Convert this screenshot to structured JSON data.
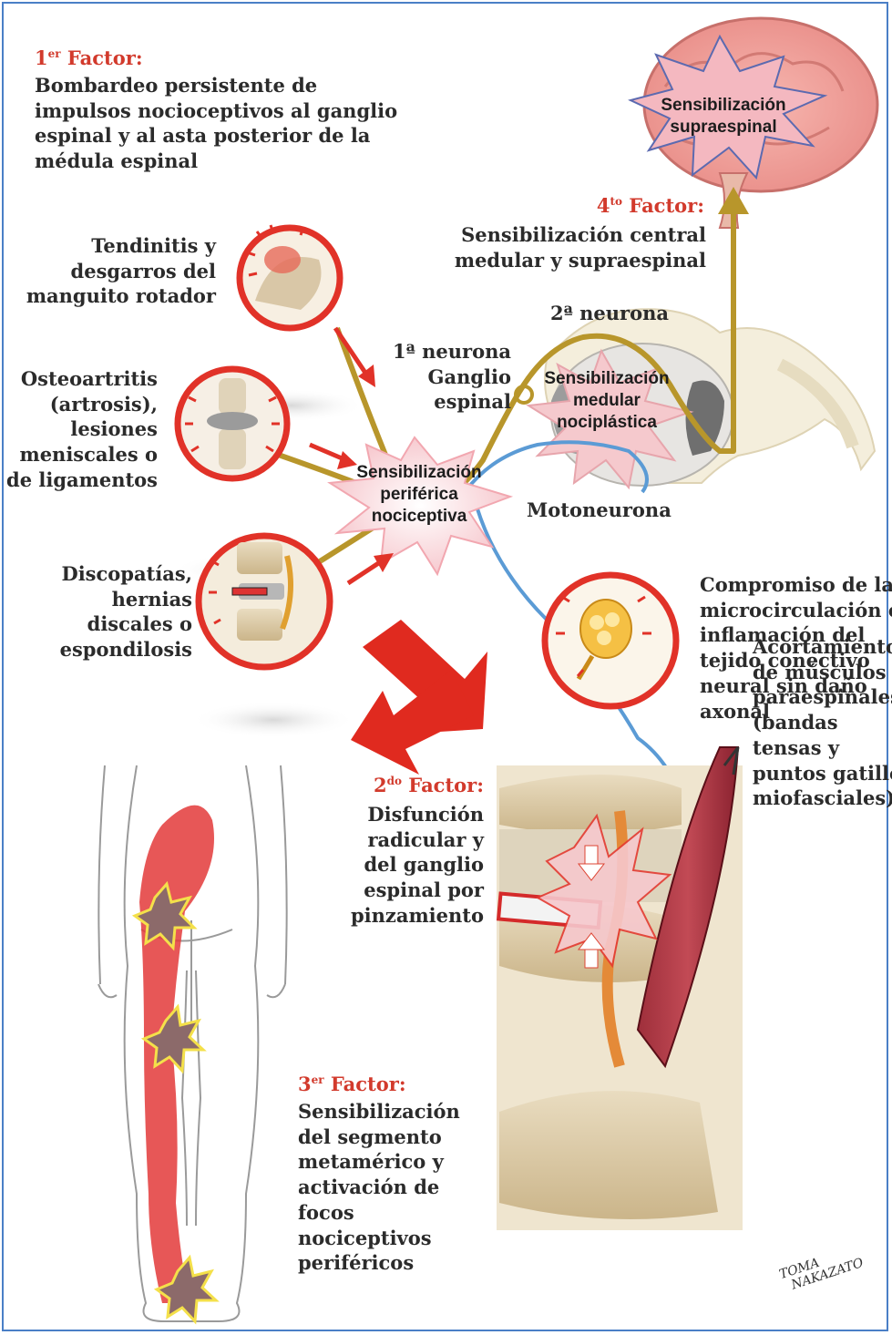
{
  "factor1": {
    "label_num": "1",
    "label_sup": "er",
    "label_word": " Factor:",
    "lines": [
      "Bombardeo persistente de",
      "impulsos nocioceptivos al ganglio",
      "espinal y al asta posterior de la",
      "médula espinal"
    ]
  },
  "factor2": {
    "label_num": "2",
    "label_sup": "do",
    "label_word": " Factor:",
    "lines": [
      "Disfunción",
      "radicular y",
      "del ganglio",
      "espinal por",
      "pinzamiento"
    ]
  },
  "factor3": {
    "label_num": "3",
    "label_sup": "er",
    "label_word": " Factor:",
    "lines": [
      "Sensibilización",
      "del segmento",
      "metamérico y",
      "activación de",
      "focos",
      "nociceptivos",
      "periféricos"
    ]
  },
  "factor4": {
    "label_num": "4",
    "label_sup": "to",
    "label_word": " Factor:",
    "lines": [
      "Sensibilización central",
      "medular y supraespinal"
    ]
  },
  "conditions": {
    "tendinitis": [
      "Tendinitis y",
      "desgarros del",
      "manguito rotador"
    ],
    "osteoartritis": [
      "Osteoartritis",
      "(artrosis),",
      "lesiones",
      "meniscales o",
      "de ligamentos"
    ],
    "discopatias": [
      "Discopatías,",
      "hernias",
      "discales o",
      "espondilosis"
    ],
    "microcirculacion": [
      "Compromiso de la",
      "microcirculación e",
      "inflamación del",
      "tejido conectivo",
      "neural sin daño",
      "axonal"
    ],
    "acortamiento": [
      "Acortamiento",
      "de músculos",
      "paraespinales",
      "(bandas",
      "tensas y",
      "puntos gatillo",
      "miofasciales)"
    ]
  },
  "neurons": {
    "segunda": "2ª neurona",
    "primera_lines": [
      "1ª neurona",
      "Ganglio",
      "espinal"
    ],
    "motoneurona": "Motoneurona"
  },
  "bursts": {
    "supraespinal": [
      "Sensibilización",
      "supraespinal"
    ],
    "medular": [
      "Sensibilización",
      "medular",
      "nociplástica"
    ],
    "periferica": [
      "Sensibilización",
      "periférica",
      "nociceptiva"
    ]
  },
  "signature": "TOMA NAKAZATO",
  "colors": {
    "factor_red": "#d23a2c",
    "nerve_gold": "#b8962b",
    "motor_blue": "#5b9bd5",
    "arrow_red": "#e02a1f",
    "frame_blue": "#4a7fc6"
  }
}
